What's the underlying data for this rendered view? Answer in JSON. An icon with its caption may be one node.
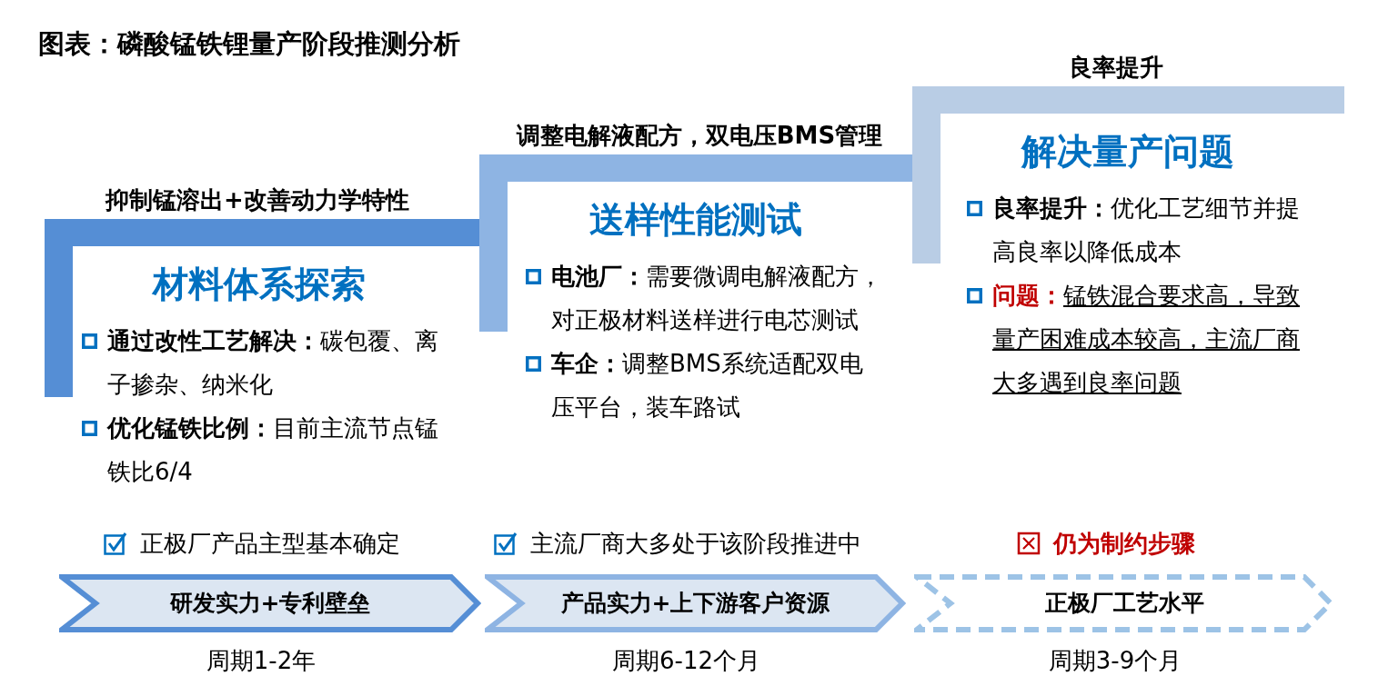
{
  "diagram": {
    "title": "图表：磷酸锰铁锂量产阶段推测分析",
    "nodes": [
      {
        "text": [
          "抑制锰溶出+改善动力学特性",
          "材料体系探索",
          "**通过改性工艺解决：**碳包覆、离子掺杂、纳米化",
          "**优化锰铁比例：**目前主流节点锰铁比6/4"
        ]
      },
      {
        "text": [
          "调整电解液配方，双电压BMS管理",
          "送样性能测试",
          "**电池厂：**需要微调电解液配方，对正极材料送样进行电芯测试",
          "**车企：**调整BMS系统适配双电压平台，装车路试"
        ]
      },
      {
        "text": [
          "良率提升",
          "解决量产问题",
          "**良率提升：**优化工艺细节并提高良率以降低成本",
          "**问题：**锰铁混合要求高，导致量产困难成本较高，主流厂商大多遇到良率问题"
        ]
      },
      {
        "text": [
          "研发实力+专利壁垒"
        ],
        "beside": [
          "正极厂产品主型基本确定",
          "周期1-2年"
        ]
      },
      {
        "text": [
          "产品实力+上下游客户资源"
        ],
        "beside": [
          "主流厂商大多处于该阶段推进中",
          "周期6-12个月"
        ]
      },
      {
        "text": [
          "正极厂工艺水平"
        ],
        "beside": [
          "仍为制约步骤",
          "周期3-9个月"
        ]
      }
    ]
  }
}
